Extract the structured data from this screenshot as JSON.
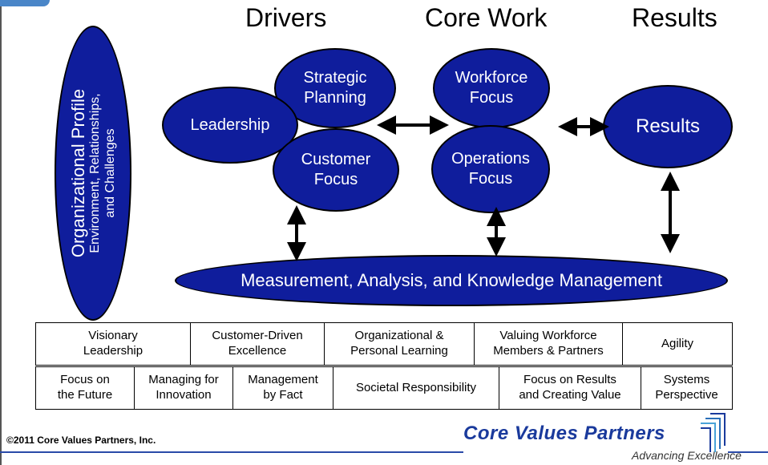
{
  "headers": {
    "drivers": "Drivers",
    "core_work": "Core Work",
    "results": "Results"
  },
  "profile": {
    "title": "Organizational Profile",
    "subtitle_line1": "Environment, Relationships,",
    "subtitle_line2": "and Challenges"
  },
  "ovals": {
    "strategic_planning": [
      "Strategic",
      "Planning"
    ],
    "leadership": "Leadership",
    "customer_focus": [
      "Customer",
      "Focus"
    ],
    "workforce_focus": [
      "Workforce",
      "Focus"
    ],
    "operations_focus": [
      "Operations",
      "Focus"
    ],
    "results": "Results",
    "measurement": "Measurement, Analysis, and Knowledge Management"
  },
  "core_values": {
    "row1": [
      [
        "Visionary",
        "Leadership"
      ],
      [
        "Customer-Driven",
        "Excellence"
      ],
      [
        "Organizational &",
        "Personal Learning"
      ],
      [
        "Valuing Workforce",
        "Members & Partners"
      ],
      [
        "Agility"
      ]
    ],
    "row2": [
      [
        "Focus on",
        "the Future"
      ],
      [
        "Managing for",
        "Innovation"
      ],
      [
        "Management",
        "by Fact"
      ],
      [
        "Societal Responsibility"
      ],
      [
        "Focus on Results",
        "and Creating Value"
      ],
      [
        "Systems",
        "Perspective"
      ]
    ]
  },
  "footer": {
    "copyright": "©2011 Core Values Partners, Inc.",
    "logo_name": "Core Values Partners",
    "logo_tagline": "Advancing Excellence"
  },
  "colors": {
    "oval_fill": "#0f1d9c",
    "accent_blue": "#4a86c8",
    "logo_blue": "#1a3a9c"
  }
}
